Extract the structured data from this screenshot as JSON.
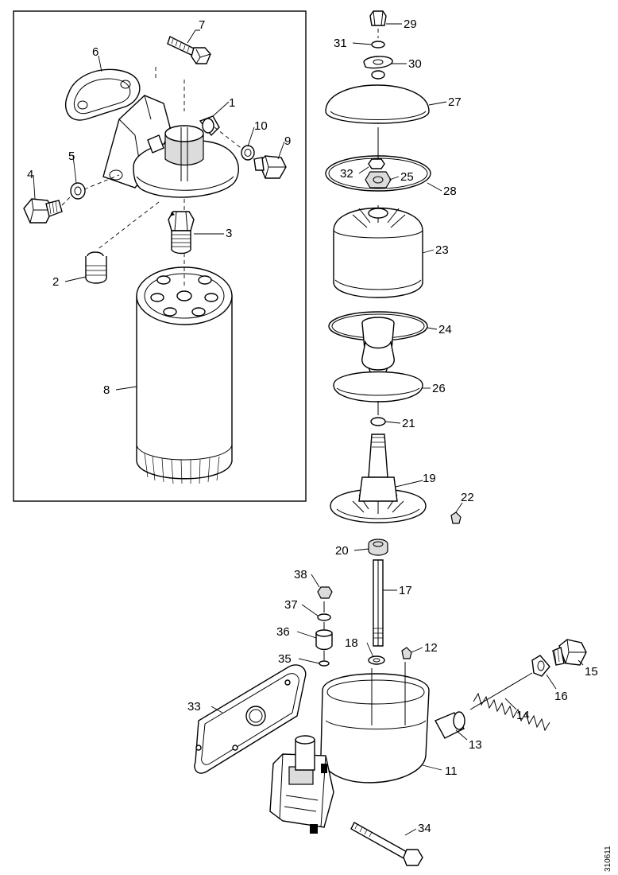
{
  "callouts": {
    "c1": "1",
    "c2": "2",
    "c3": "3",
    "c4": "4",
    "c5": "5",
    "c6": "6",
    "c7": "7",
    "c8": "8",
    "c9": "9",
    "c10": "10",
    "c11": "11",
    "c12": "12",
    "c13": "13",
    "c14": "14",
    "c15": "15",
    "c16": "16",
    "c17": "17",
    "c18": "18",
    "c19": "19",
    "c20": "20",
    "c21": "21",
    "c22": "22",
    "c23": "23",
    "c24": "24",
    "c25": "25",
    "c26": "26",
    "c27": "27",
    "c28": "28",
    "c29": "29",
    "c30": "30",
    "c31": "31",
    "c32": "32",
    "c33": "33",
    "c34": "34",
    "c35": "35",
    "c36": "36",
    "c37": "37",
    "c38": "38"
  },
  "drawing_ref": "310611"
}
